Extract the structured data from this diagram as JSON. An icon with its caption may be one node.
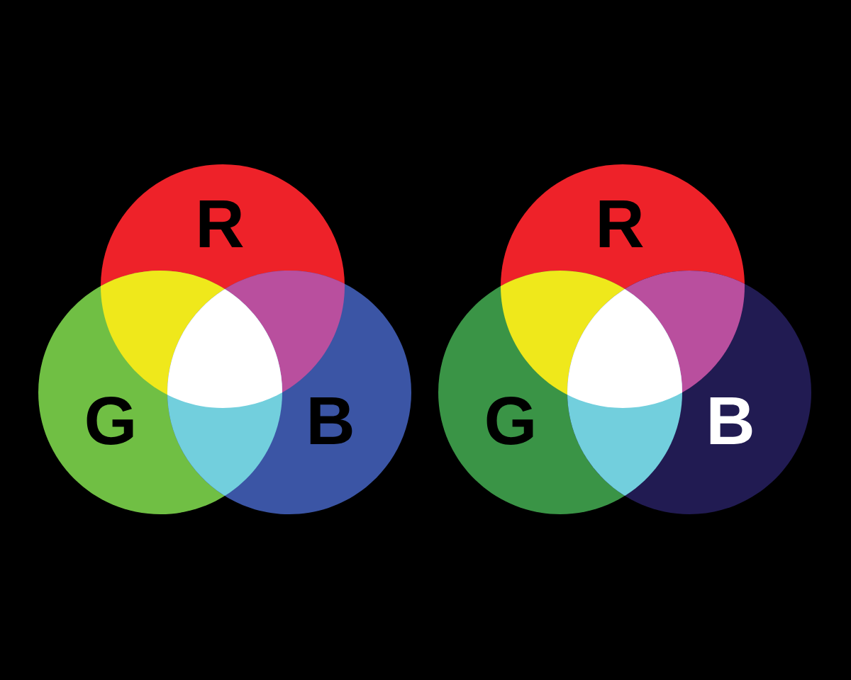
{
  "diagram": {
    "nodes": [
      {
        "text": [
          "R"
        ]
      },
      {
        "text": [
          "G"
        ]
      },
      {
        "text": [
          "B"
        ]
      },
      {
        "text": [
          "R"
        ]
      },
      {
        "text": [
          "G"
        ]
      },
      {
        "text": [
          "B"
        ]
      }
    ]
  }
}
